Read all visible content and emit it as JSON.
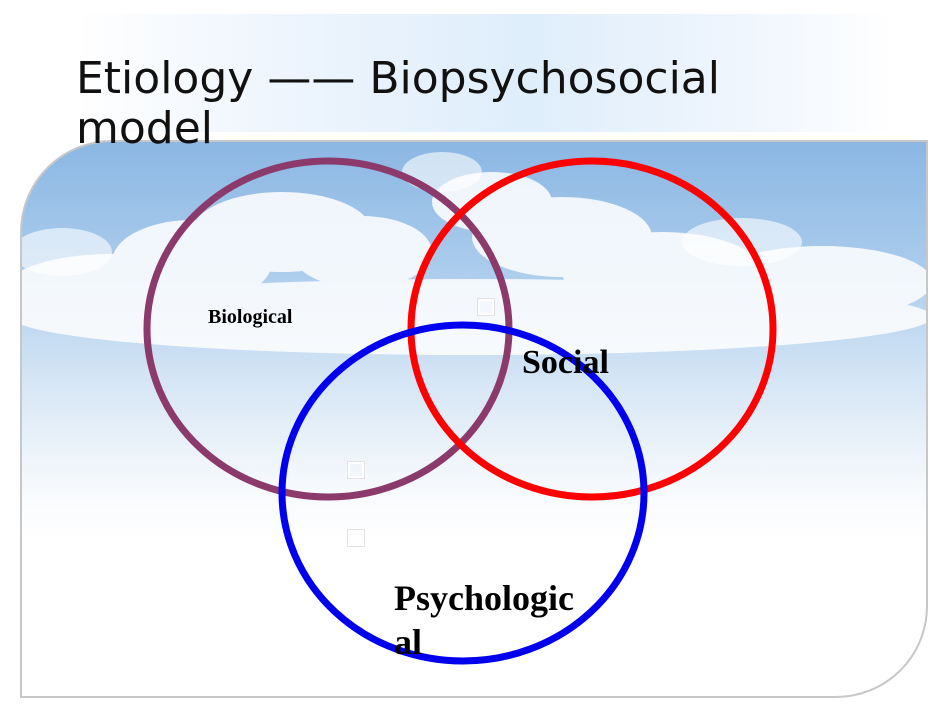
{
  "title": {
    "part1": "Etiology",
    "separator": "——",
    "part2": "Biopsychosocial model"
  },
  "circles": [
    {
      "label": "Biological",
      "color": "#8b3a6b"
    },
    {
      "label": "Social",
      "color": "#ff0000"
    },
    {
      "label": "Psychological",
      "color": "#0000ee"
    }
  ],
  "placeholder_icons": [
    "square-glyph-icon",
    "square-glyph-icon",
    "square-glyph-icon"
  ],
  "colors": {
    "border": "#c7c7c7",
    "sky": "#8bb7e3"
  }
}
